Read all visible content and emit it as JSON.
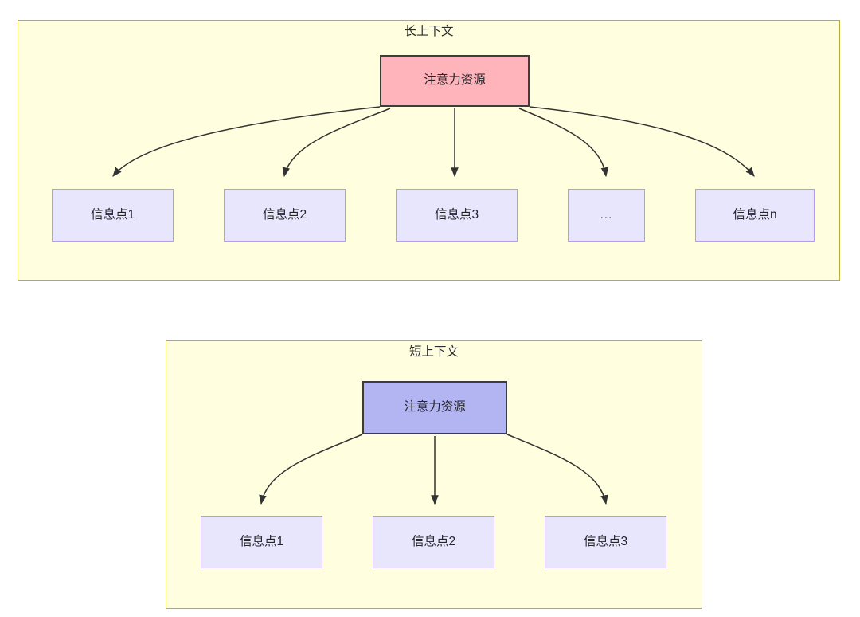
{
  "diagram": {
    "type": "flowchart",
    "groups": [
      {
        "id": "long-context",
        "title": "长上下文",
        "root": {
          "label": "注意力资源",
          "fill": "#ffb3ba",
          "stroke": "#3d3d3d"
        },
        "children": [
          {
            "label": "信息点1"
          },
          {
            "label": "信息点2"
          },
          {
            "label": "信息点3"
          },
          {
            "label": "..."
          },
          {
            "label": "信息点n"
          }
        ]
      },
      {
        "id": "short-context",
        "title": "短上下文",
        "root": {
          "label": "注意力资源",
          "fill": "#b3b4f2",
          "stroke": "#3d3d3d"
        },
        "children": [
          {
            "label": "信息点1"
          },
          {
            "label": "信息点2"
          },
          {
            "label": "信息点3"
          }
        ]
      }
    ],
    "colors": {
      "container_fill": "#ffffe0",
      "container_stroke": "#b5ad3c",
      "info_fill": "#e8e6fd",
      "info_stroke": "#b49ce8",
      "edge_stroke": "#333333",
      "canvas": "#ffffff"
    }
  }
}
